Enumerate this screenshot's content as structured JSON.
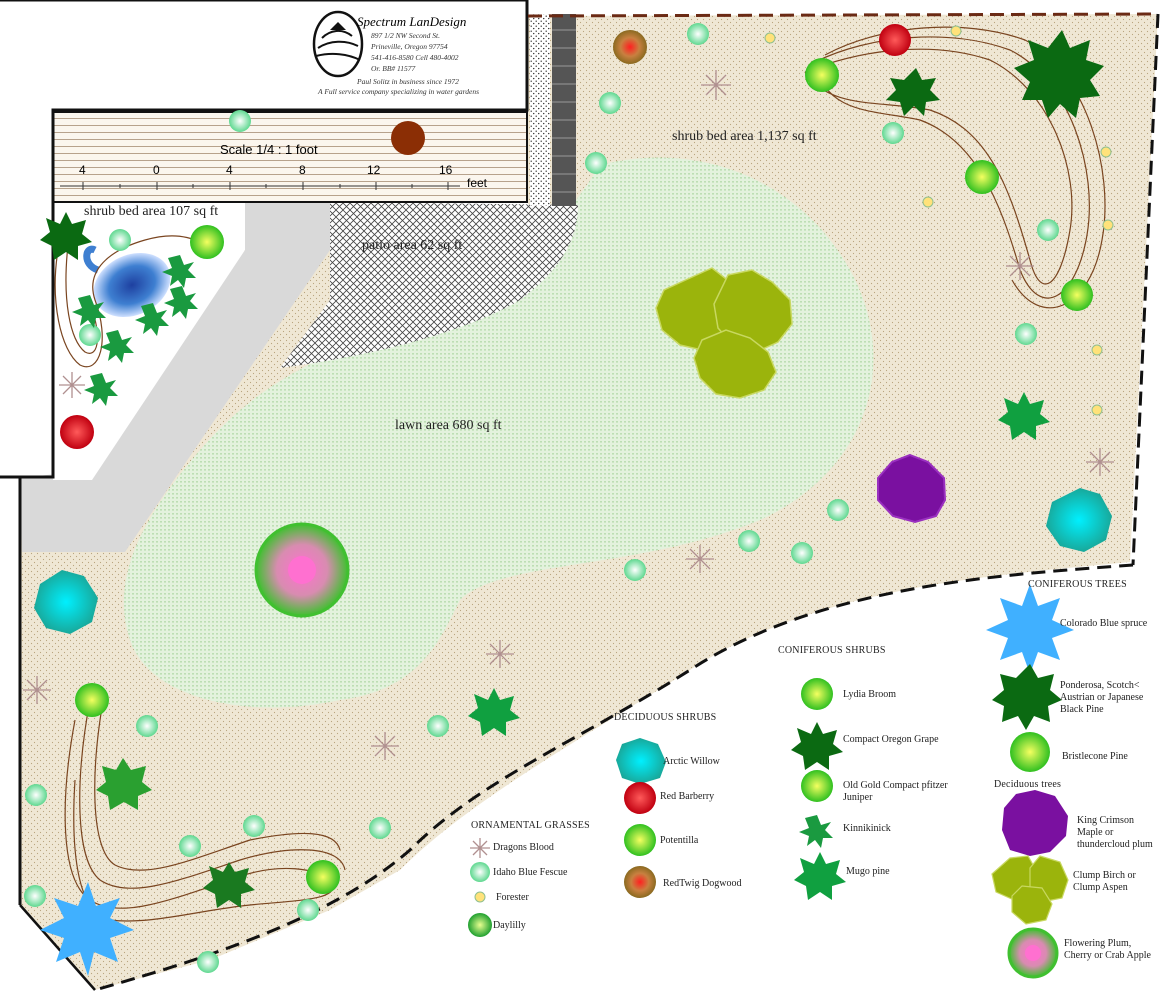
{
  "company": {
    "name": "Spectrum LanDesign",
    "address": "897 1/2 NW Second St.",
    "city": "Prineville, Oregon 97754",
    "phone": "541-416-8580 Cell 480-4002",
    "license": "Or. BB# 11577",
    "owner": "Paul Solitz in business since 1972",
    "tagline": "A Full service company specializing in water gardens"
  },
  "scale": {
    "title": "Scale 1/4 : 1 foot",
    "ticks": [
      "4",
      "0",
      "4",
      "8",
      "12",
      "16"
    ],
    "unit": "feet"
  },
  "areas": {
    "shrub_bed_small": "shrub bed area 107 sq ft",
    "patio": "patio area 62 sq ft",
    "shrub_bed_large": "shrub bed area 1,137 sq ft",
    "lawn": "lawn area 680 sq ft"
  },
  "legend": {
    "grasses": {
      "title": "ORNAMENTAL GRASSES",
      "items": [
        "Dragons Blood",
        "Idaho Blue Fescue",
        "Forester",
        "Daylilly"
      ]
    },
    "deciduous_shrubs": {
      "title": "DECIDUOUS SHRUBS",
      "items": [
        "Arctic Willow",
        "Red Barberry",
        "Potentilla",
        "RedTwig Dogwood"
      ]
    },
    "coniferous_shrubs": {
      "title": "CONIFEROUS SHRUBS",
      "items": [
        "Lydia Broom",
        "Compact Oregon Grape",
        "Old Gold Compact pfitzer Juniper",
        "Kinnikinick",
        "Mugo pine"
      ]
    },
    "coniferous_trees": {
      "title": "CONIFEROUS TREES",
      "items": [
        "Colorado Blue spruce",
        "Ponderosa, Scotch< Austrian or Japanese Black Pine",
        "Bristlecone Pine"
      ]
    },
    "deciduous_trees": {
      "title": "Deciduous trees",
      "items": [
        "King Crimson Maple or thundercloud plum",
        "Clump Birch or Clump Aspen",
        "Flowering Plum, Cherry or Crab Apple"
      ]
    }
  },
  "colors": {
    "bed": "#efe6d2",
    "lawn": "#dcefd6",
    "walk": "#d9d9d9",
    "water": "#3e7fd1",
    "outline": "#222222"
  }
}
